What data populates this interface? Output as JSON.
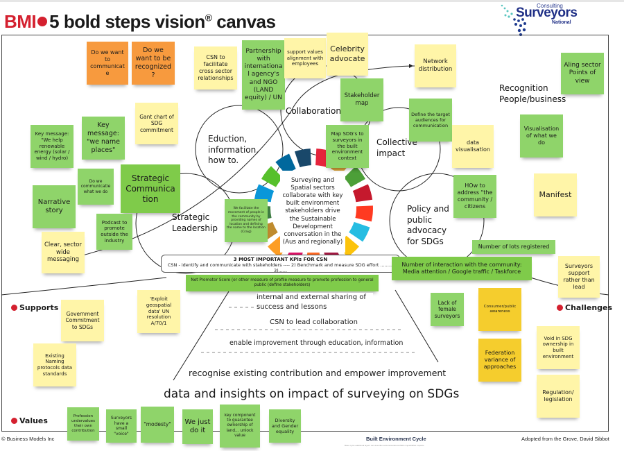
{
  "header": {
    "brand": "BMI",
    "title": "5 bold steps vision",
    "reg": "®",
    "title_end": " canvas"
  },
  "logo": {
    "line1": "Consulting",
    "line2": "Surveyors",
    "line3": "National"
  },
  "colors": {
    "green": "#8fd46a",
    "bright_green": "#7fcb4a",
    "yellow": "#fff5a8",
    "orange": "#f79a3e",
    "gold": "#f5cd2d",
    "accent_red": "#d4202f"
  },
  "sdg_colors": [
    "#e5243b",
    "#dda63a",
    "#4c9f38",
    "#c5192d",
    "#ff3a21",
    "#26bde2",
    "#fcc30b",
    "#a21942",
    "#fd6925",
    "#dd1367",
    "#fd9d24",
    "#bf8b2e",
    "#3f7e44",
    "#0a97d9",
    "#56c02b",
    "#00689d",
    "#19486a"
  ],
  "circles": {
    "collaboration": "Collaboration",
    "education": "Eduction, information, how to.",
    "collective": "Collective impact",
    "leadership": "Strategic Leadership",
    "policy": "Policy and public advocacy for SDGs"
  },
  "center_text": "Surveying and Spatial sectors collaborate with key built environment stakeholders drive the Sustainable Development conversation in the (Aus and regionally)",
  "recognition": "Recognition People/business",
  "notes": {
    "n_communicate": "Do we want to communicate",
    "n_recognized": "Do we want to be recognized?",
    "n_csn_facilitate": "CSN to facilitate cross sector relationships",
    "n_partnership": "Partnership with internationa l agency's and NGO (LAND equity) / UN",
    "n_support_values": "support values alignment with employees",
    "n_celebrity": "Celebrity advocate",
    "n_network": "Network distribution",
    "n_aling": "Aling sector Points of view",
    "n_stakeholder": "Stakeholder map",
    "n_define": "Define the target audiences for communication",
    "n_gant": "Gant chart of SDG commitment",
    "n_key_renewable": "Key message: \"We help renewable energy (solar / wind / hydro)",
    "n_key_places": "Key message: \"we name places\"",
    "n_map_sdg": "Map SDG's to surveyors in the built environment context",
    "n_data_vis": "data visualisation",
    "n_vis_what": "Visualisation of what we do",
    "n_do_we": "Do we communicatie what we do",
    "n_strat_comm": "Strategic Communica tion",
    "n_narrative": "Narrative story",
    "n_how": "HOw to address \"the community / citizens",
    "n_manifest": "Manifest",
    "n_podcast": "Podcast to promote outside the industry",
    "n_clear": "Clear, sector wide messaging",
    "n_facilitate": "We facilitate the movement of people in the community by providing names of location and defining the name to the location (Craig)",
    "n_lots": "Number of lots registered",
    "n_interaction": "Number of interaction with the community: Media attention / Google traffic / Taskforce",
    "n_surveyors_support": "Surveyors support rather than lead",
    "n_nps": "Net Promotor Score (or other measure of profile measure to promote profession to general public (define stakeholders)",
    "n_gov": "Government Commitment to SDGs",
    "n_naming": "Existing Naming protocols data standards",
    "n_exploit": "'Exploit geospatial data' UN resolution A/70/1",
    "n_female": "Lack of female surveyors",
    "n_consumer": "Consumer/public awareness",
    "n_federation": "Federation variance of approaches",
    "n_void": "Void in SDG ownership in built environment",
    "n_regulation": "Regulation/ legislation",
    "v_undervalues": "Profession undervalues their own contribution",
    "v_voice": "Surveyors have a small \"voice\"",
    "v_modesty": "\"modesty\"",
    "v_just": "We just do it",
    "v_key": "key component to guarantee ownership of land... unlock value",
    "v_diversity": "Diversity and Gender equality"
  },
  "kpi": {
    "title": "3 MOST IMPORTANT KPIs FOR CSN",
    "line": "CSN - identify and communicate with stakeholders ---- 2)  Benchmark and measure SDG effort ......... 3)......"
  },
  "pyramid": [
    "internal and external sharing of success and lessons",
    "CSN to lead collaboration",
    "enable improvement through education, information",
    "recognise existing contribution and empower improvement",
    "data and insights on impact of surveying on SDGs"
  ],
  "sections": {
    "supports": "Supports",
    "challenges": "Challenges",
    "values": "Values"
  },
  "footer": {
    "left": "© Business Models Inc",
    "center": "Built Environment Cycle",
    "center_sub": "Base cycle additional layers can describe sectors/workforce/SDG impact/ESG impacts",
    "right": "Adopted from the Grove, David Sibbot"
  }
}
